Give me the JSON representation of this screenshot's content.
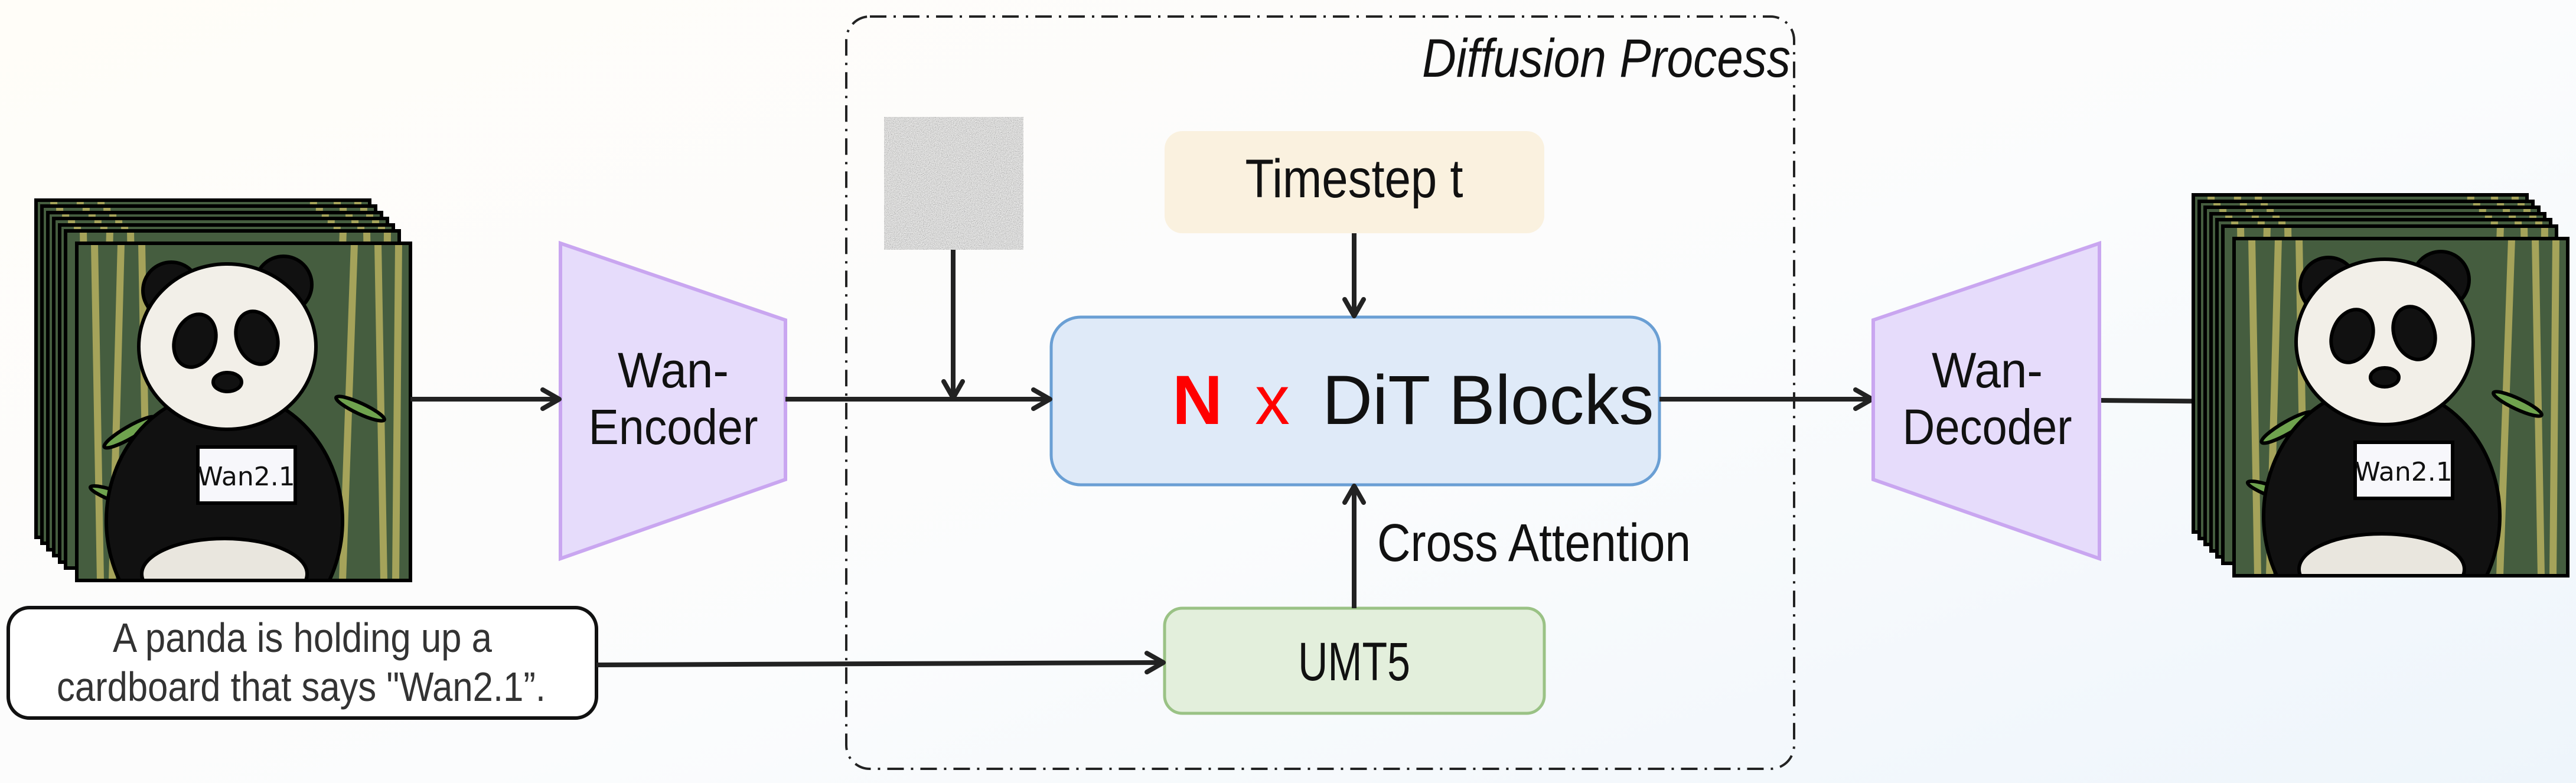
{
  "diffusion_process": {
    "label": "Diffusion Process"
  },
  "encoder": {
    "line1": "Wan-",
    "line2": "Encoder"
  },
  "decoder": {
    "line1": "Wan-",
    "line2": "Decoder"
  },
  "timestep": {
    "label": "Timestep t"
  },
  "dit": {
    "n": "N",
    "x": "x",
    "label": "DiT Blocks"
  },
  "cross_attention": {
    "label": "Cross Attention"
  },
  "umt5": {
    "label": "UMT5"
  },
  "prompt": {
    "line1": "A panda is holding up a",
    "line2": "cardboard that says \"Wan2.1”."
  },
  "video_frames": {
    "sign_text": "Wan2.1"
  },
  "colors": {
    "encoder_fill": "#e6dcfb",
    "encoder_stroke": "#c9a6f0",
    "timestep_fill": "#faf1df",
    "dit_fill": "#dfeaf8",
    "dit_stroke": "#6a9fd4",
    "umt5_fill": "#e3efdc",
    "umt5_stroke": "#9ac285",
    "accent_red": "#ff0000"
  }
}
